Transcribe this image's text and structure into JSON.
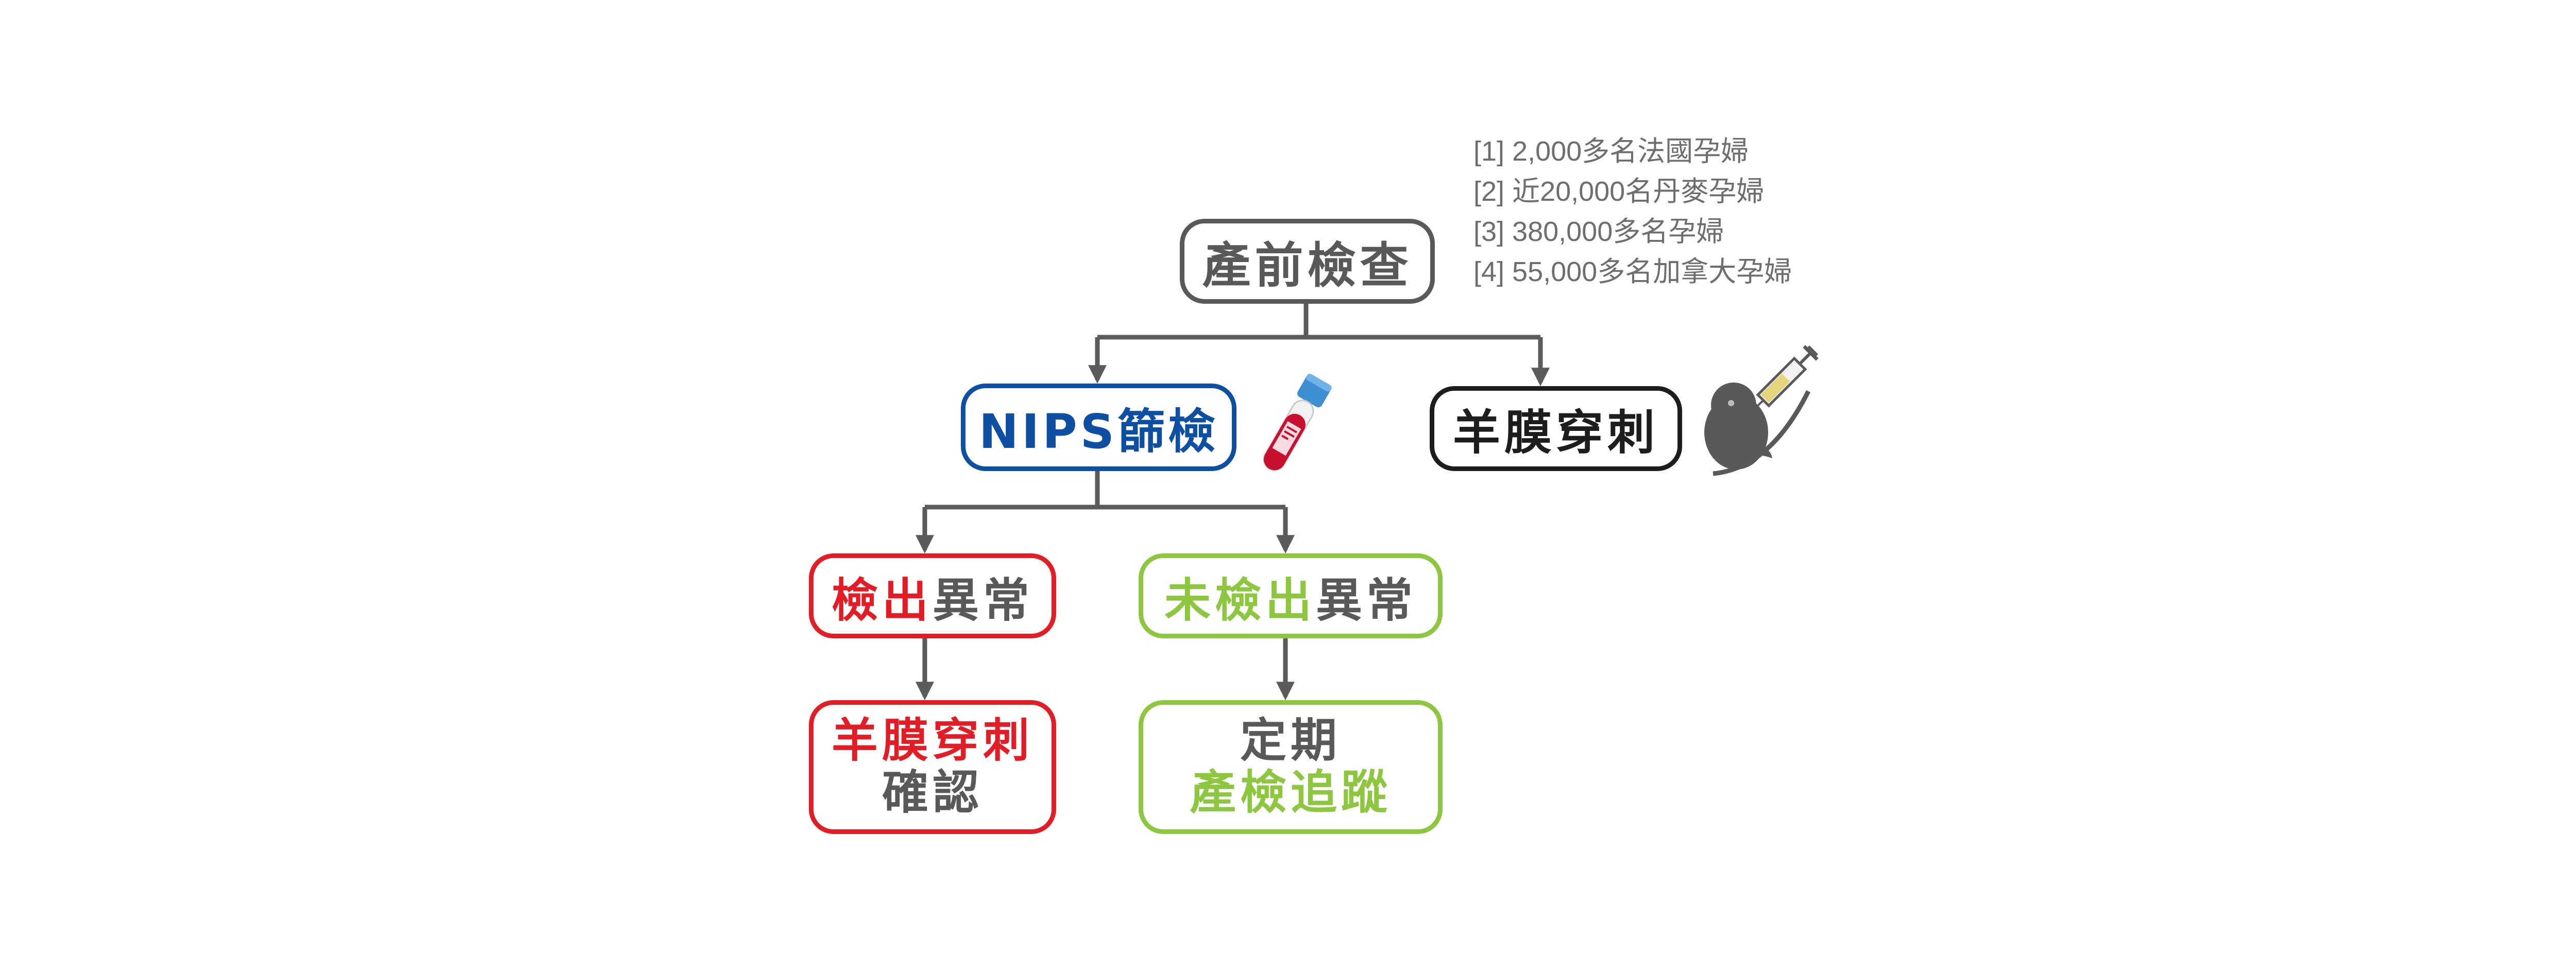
{
  "nodes": {
    "prenatal": {
      "label": "產前檢查"
    },
    "nips": {
      "label": "NIPS篩檢"
    },
    "amnio_top": {
      "label": "羊膜穿刺"
    },
    "abnormal": {
      "part1": "檢出",
      "part2": "異常"
    },
    "normal": {
      "part1": "未檢出",
      "part2": "異常"
    },
    "confirm": {
      "line1": "羊膜穿刺",
      "line2": "確認"
    },
    "followup": {
      "line1": "定期",
      "line2": "產檢追蹤"
    }
  },
  "references": [
    "[1] 2,000多名法國孕婦",
    "[2] 近20,000名丹麥孕婦",
    "[3] 380,000多名孕婦",
    "[4] 55,000多名加拿大孕婦"
  ],
  "icons": {
    "nips": "blood-test-tube-icon",
    "amnio": "fetus-syringe-icon"
  },
  "colors": {
    "grey": "#58595b",
    "blue": "#0c4fa3",
    "black": "#1d1d1d",
    "red": "#e21d26",
    "green": "#8dc63f",
    "connector": "#5b5b5e"
  }
}
